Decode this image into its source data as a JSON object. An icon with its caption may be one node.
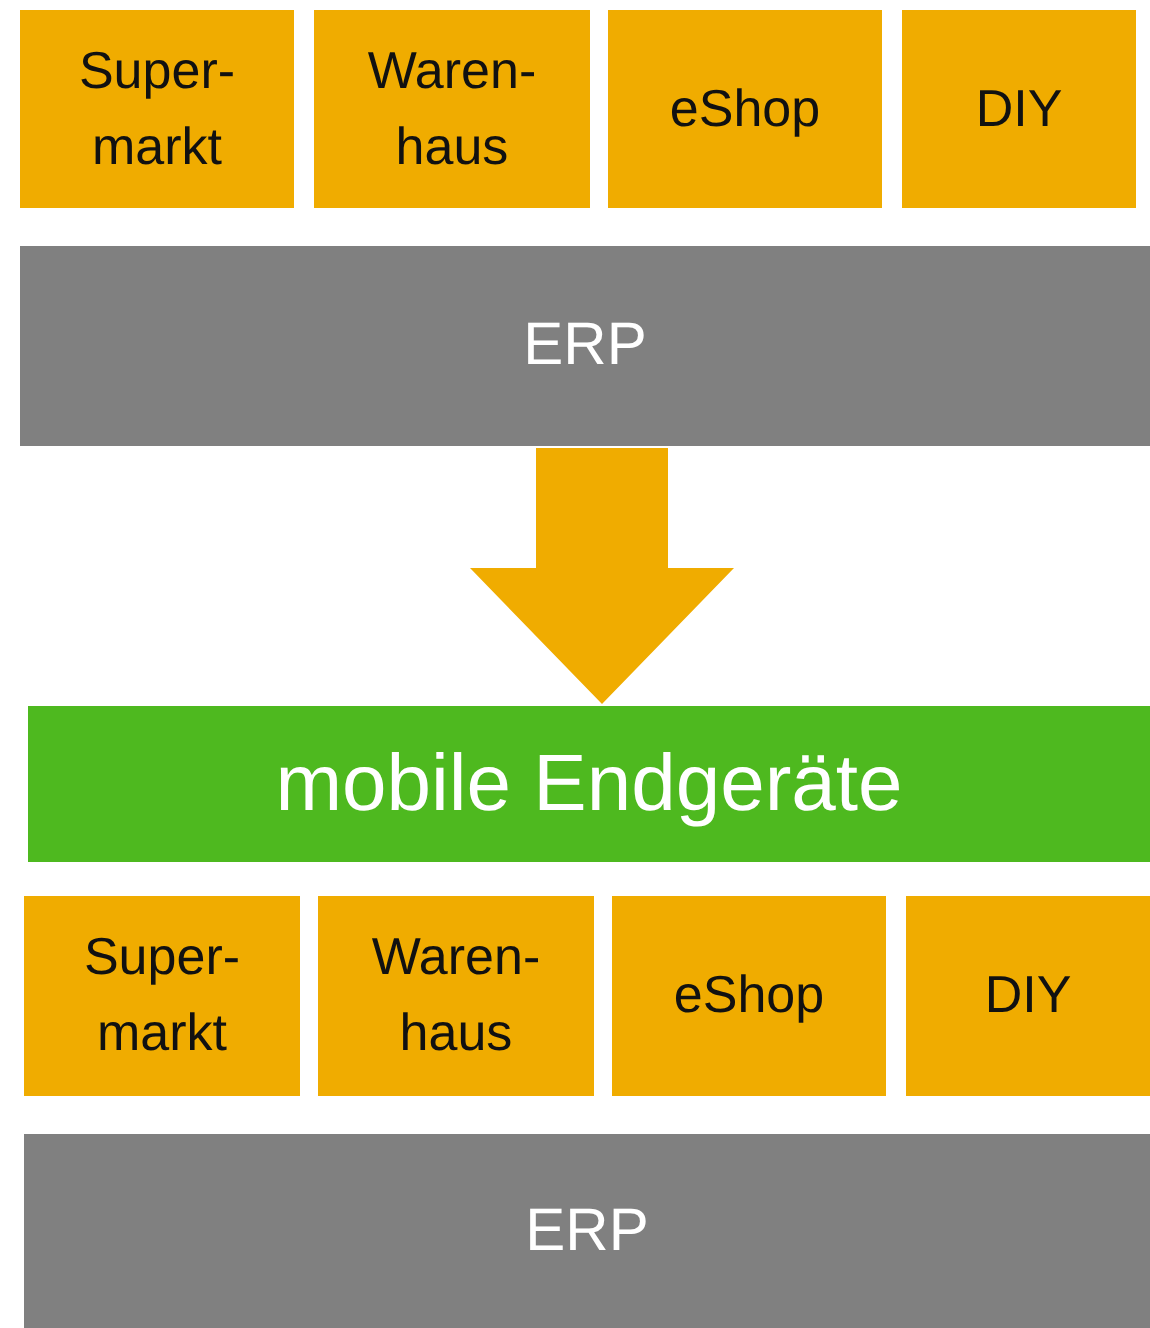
{
  "diagram": {
    "nodes": [
      {
        "text": [
          "Super- markt"
        ]
      },
      {
        "text": [
          "Waren- haus"
        ]
      },
      {
        "text": [
          "eShop"
        ]
      },
      {
        "text": [
          "DIY"
        ]
      },
      {
        "text": [
          "ERP"
        ]
      },
      {
        "text": [
          "mobile Endgeräte"
        ]
      },
      {
        "text": [
          "Super- markt"
        ]
      },
      {
        "text": [
          "Waren- haus"
        ]
      },
      {
        "text": [
          "eShop"
        ]
      },
      {
        "text": [
          "DIY"
        ]
      },
      {
        "text": [
          "ERP"
        ]
      }
    ],
    "edges": [
      {
        "from": 4,
        "to": 5,
        "arrow": "to",
        "style": "thick"
      }
    ]
  }
}
